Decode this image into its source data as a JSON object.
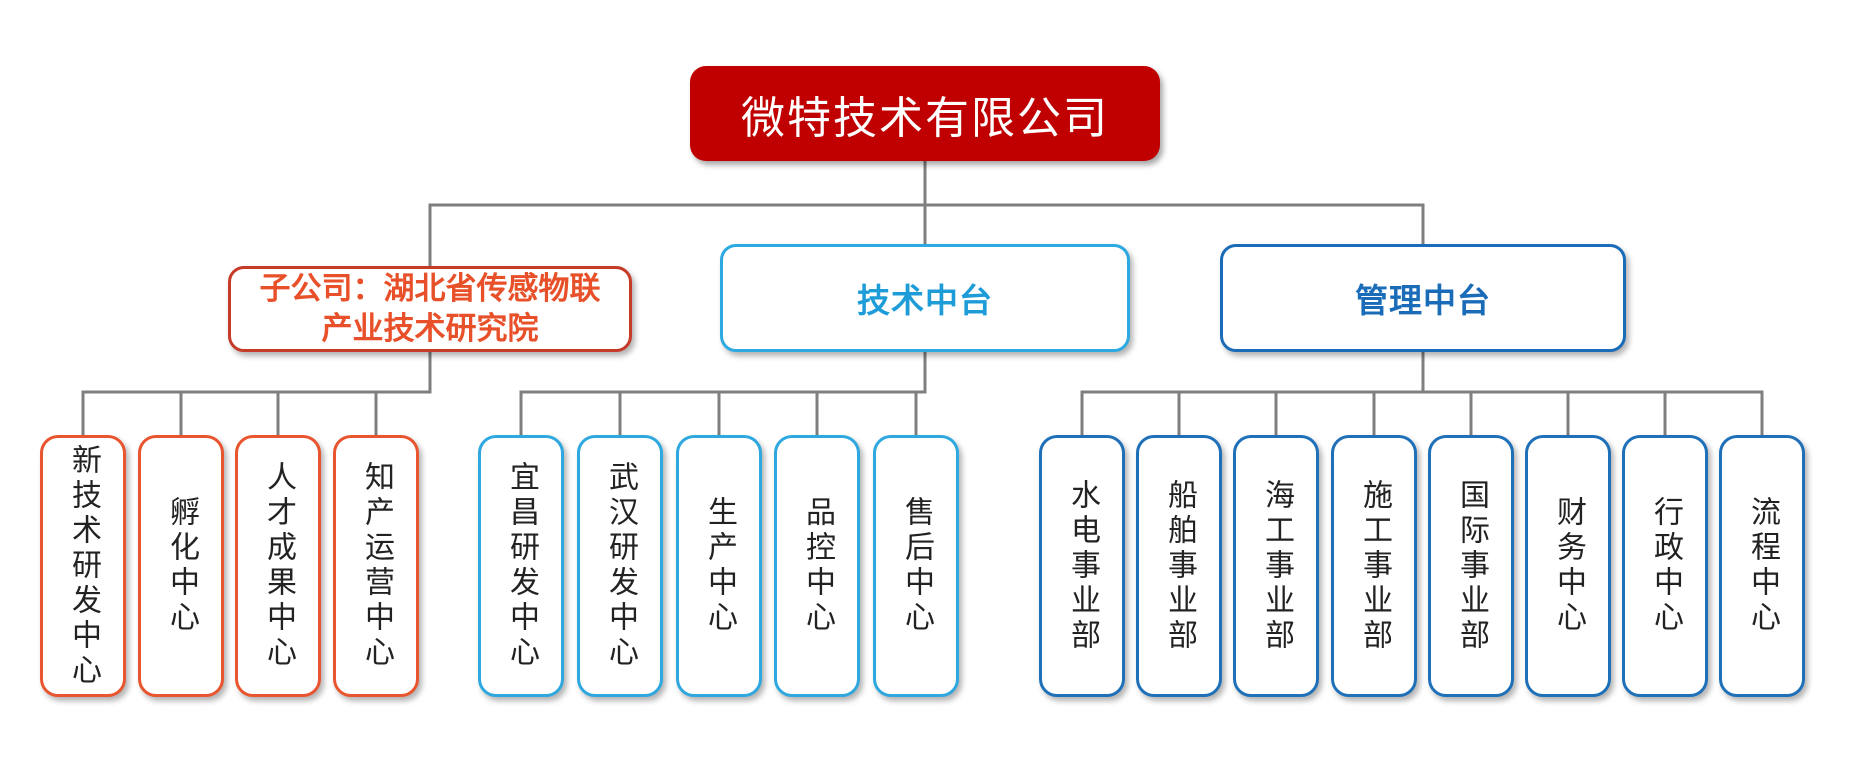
{
  "root": {
    "label": "微特技术有限公司"
  },
  "branches": [
    {
      "label": "子公司：湖北省传感物联\n产业技术研究院",
      "children": [
        "新技术研发中心",
        "孵化中心",
        "人才成果中心",
        "知产运营中心"
      ]
    },
    {
      "label": "技术中台",
      "children": [
        "宜昌研发中心",
        "武汉研发中心",
        "生产中心",
        "品控中心",
        "售后中心"
      ]
    },
    {
      "label": "管理中台",
      "children": [
        "水电事业部",
        "船舶事业部",
        "海工事业部",
        "施工事业部",
        "国际事业部",
        "财务中心",
        "行政中心",
        "流程中心"
      ]
    }
  ],
  "colors": {
    "root_fill": "#c00000",
    "root_text": "#ffffff",
    "subsidiary_border": "#c63a28",
    "subsidiary_text": "#e8502a",
    "subsidiary_child_border": "#e8552f",
    "tech_platform_text": "#1e9cd7",
    "tech_platform_border": "#2ba9e0",
    "mgmt_platform_text": "#1a6cb8",
    "mgmt_platform_border": "#1a6cb8",
    "leaf_text": "#222222",
    "connector": "#7f7f7f"
  }
}
